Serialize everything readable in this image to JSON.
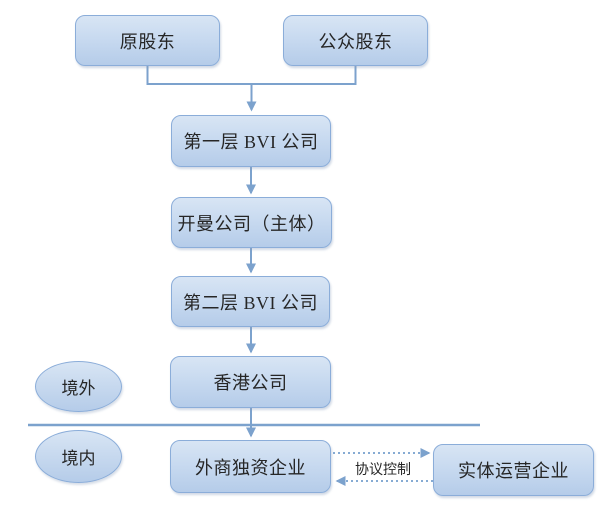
{
  "diagram": {
    "type": "flowchart",
    "nodes": {
      "original_shareholders": {
        "label": "原股东"
      },
      "public_shareholders": {
        "label": "公众股东"
      },
      "bvi_layer_1": {
        "label": "第一层 BVI 公司"
      },
      "cayman_company": {
        "label": "开曼公司（主体）"
      },
      "bvi_layer_2": {
        "label": "第二层 BVI 公司"
      },
      "hong_kong_company": {
        "label": "香港公司"
      },
      "wfoe": {
        "label": "外商独资企业"
      },
      "operating_entity": {
        "label": "实体运营企业"
      }
    },
    "regions": {
      "offshore": {
        "label": "境外"
      },
      "onshore": {
        "label": "境内"
      }
    },
    "edge_labels": {
      "vie_control": "协议控制"
    },
    "colors": {
      "node-fill-top": "#d8e5f4",
      "node-fill-bottom": "#b5cce9",
      "node-border": "#8badd9",
      "connector": "#7ca2cd",
      "dotted": "#86abd3",
      "text": "#262626",
      "background": "#ffffff"
    }
  }
}
